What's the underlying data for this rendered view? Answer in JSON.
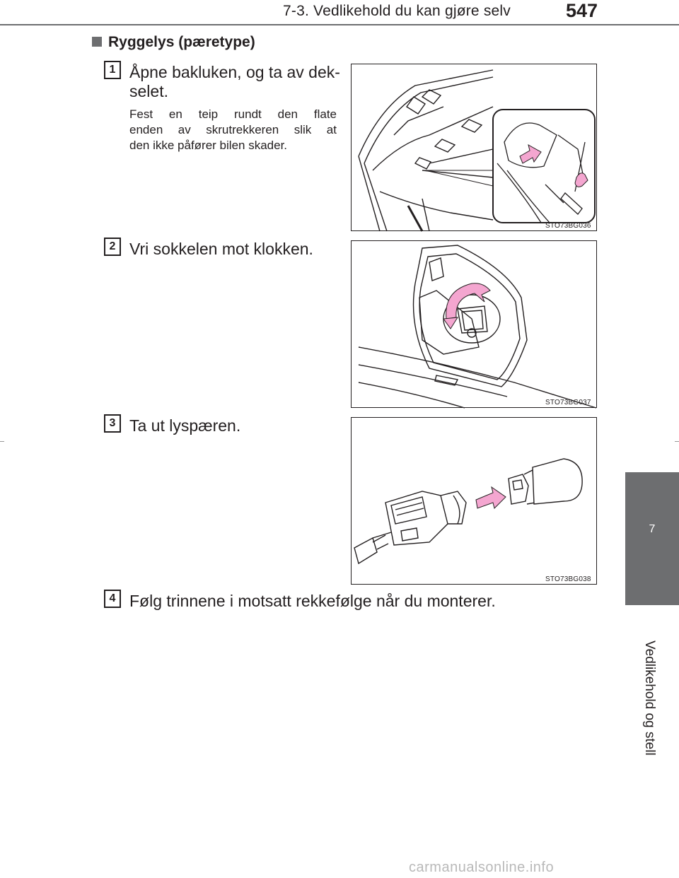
{
  "header": {
    "section_title": "7-3. Vedlikehold du kan gjøre selv",
    "page_number": "547"
  },
  "section": {
    "heading": "Ryggelys (pæretype)"
  },
  "steps": [
    {
      "number": "1",
      "text_line1": "Åpne bakluken, og ta av dek-",
      "text_line2": "selet.",
      "note_line1": "Fest en teip rundt den flate",
      "note_line2": "enden av skrutrekkeren slik at",
      "note_line3": "den ikke påfører bilen skader.",
      "figure_code": "STO73BG036"
    },
    {
      "number": "2",
      "text": "Vri sokkelen mot klokken.",
      "figure_code": "STO73BG037"
    },
    {
      "number": "3",
      "text": "Ta ut lyspæren.",
      "figure_code": "STO73BG038"
    },
    {
      "number": "4",
      "text": "Følg trinnene i motsatt rekkefølge når du monterer."
    }
  ],
  "side_tab": {
    "chapter_number": "7",
    "chapter_label": "Vedlikehold og stell"
  },
  "watermark": "carmanualsonline.info",
  "colors": {
    "tab_gray": "#6d6e70",
    "arrow_pink": "#f4a6d0",
    "text": "#231f20"
  }
}
